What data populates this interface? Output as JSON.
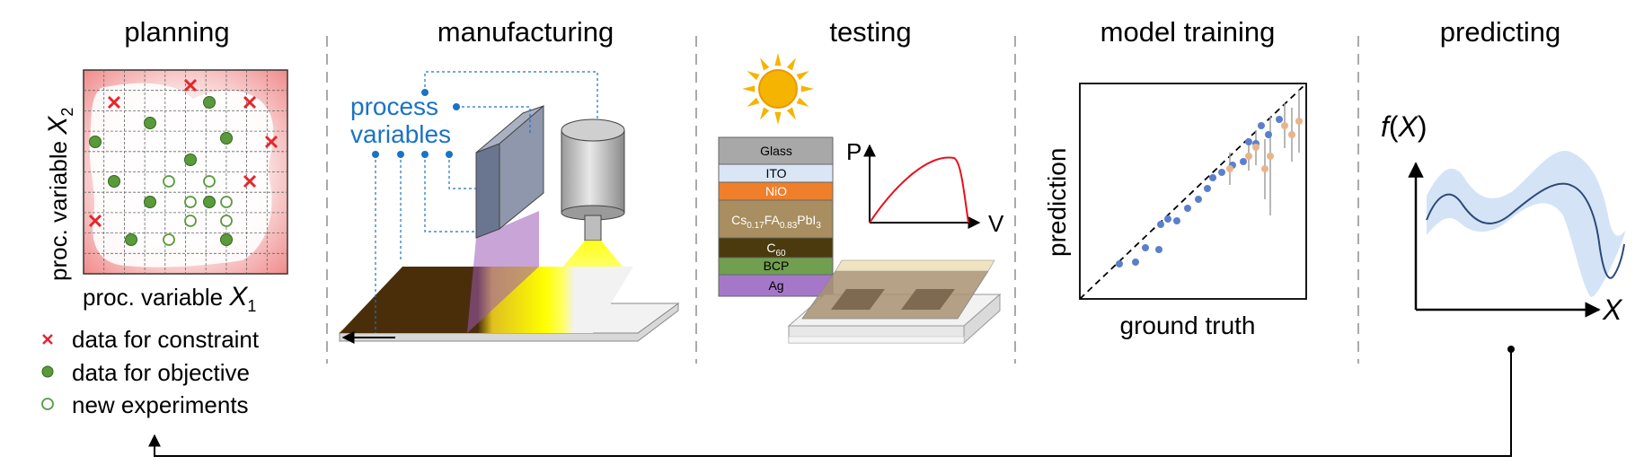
{
  "steps": {
    "planning": "planning",
    "manufacturing": "manufacturing",
    "testing": "testing",
    "model_training": "model training",
    "predicting": "predicting"
  },
  "planning": {
    "y_label_prefix": "proc. variable ",
    "y_label_var": "X",
    "y_label_sub": "2",
    "x_label_prefix": "proc. variable ",
    "x_label_var": "X",
    "x_label_sub": "1"
  },
  "legend": {
    "constraint": "data for constraint",
    "objective": "data for objective",
    "new": "new experiments"
  },
  "manufacturing": {
    "process_line1": "process",
    "process_line2": "variables"
  },
  "testing": {
    "layers": {
      "glass": "Glass",
      "ito": "ITO",
      "nio": "NiO",
      "perov_cs": "Cs",
      "perov_cs_sub": "0.17",
      "perov_fa": "FA",
      "perov_fa_sub": "0.83",
      "perov_pbi": "PbI",
      "perov_pbi_sub": "3",
      "c60": "C",
      "c60_sub": "60",
      "bcp": "BCP",
      "ag": "Ag"
    },
    "axis_p": "P",
    "axis_v": "V"
  },
  "model_training": {
    "ylabel": "prediction",
    "xlabel": "ground truth"
  },
  "predicting": {
    "ylabel_f": "f",
    "ylabel_open": "(",
    "ylabel_x": "X",
    "ylabel_close": ")",
    "xlabel": "X"
  },
  "colors": {
    "constraint": "#e5262b",
    "objective": "#5a9a3c",
    "process": "#1a73c4",
    "curve": "#e8101a",
    "blue_pts": "#5b7fcc",
    "orange_pts": "#e9b48a",
    "gp_band": "#cfe0f5",
    "gp_mean": "#2b4a78"
  }
}
